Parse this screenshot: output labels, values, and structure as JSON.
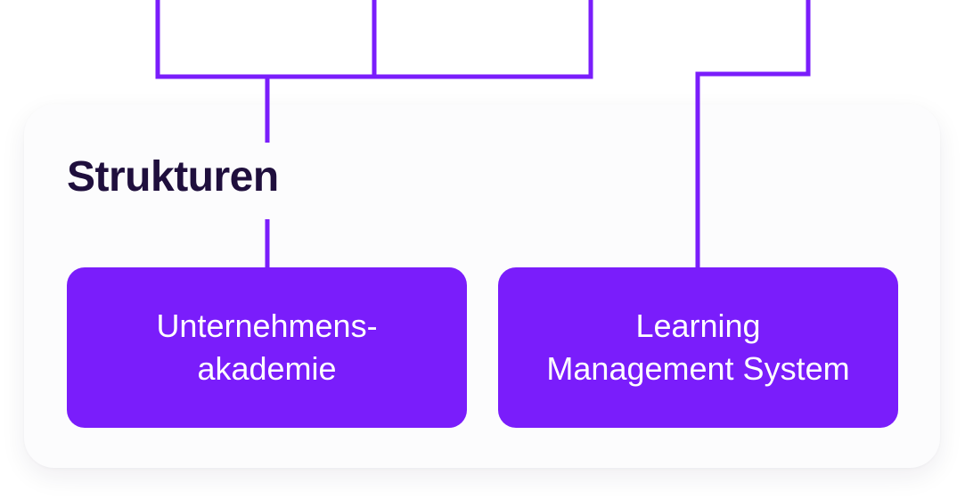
{
  "section": {
    "title": "Strukturen"
  },
  "boxes": [
    {
      "lines": [
        "Unternehmens-",
        "akademie"
      ]
    },
    {
      "lines": [
        "Learning",
        "Management System"
      ]
    }
  ],
  "colors": {
    "accent": "#7a1dfb",
    "title_text": "#1f0f3d",
    "box_text": "#ffffff",
    "panel_background": "#fcfcfd"
  }
}
